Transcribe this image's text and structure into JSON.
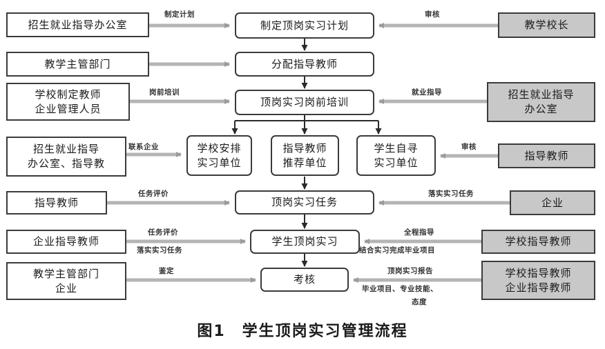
{
  "center_nodes": {
    "plan": "制定顶岗实习计划",
    "assign": "分配指导教师",
    "training": "顶岗实习岗前培训",
    "unit_school": "学校安排\n实习单位",
    "unit_teacher": "指导教师\n推荐单位",
    "unit_student": "学生自寻\n实习单位",
    "task": "顶岗实习任务",
    "internship": "学生顶岗实习",
    "assess": "考核"
  },
  "left_nodes": {
    "l1": "招生就业指导办公室",
    "l2": "教学主管部门",
    "l3": "学校制定教师\n企业管理人员",
    "l4": "招生就业指导\n办公室、指导教",
    "l5": "指导教师",
    "l6": "企业指导教师",
    "l7": "教学主管部门\n企业"
  },
  "right_nodes": {
    "r1": "教学校长",
    "r3": "招生就业指导\n办公室",
    "r4": "指导教师",
    "r5": "企业",
    "r6": "学校指导教师",
    "r7": "学校指导教师\n企业指导教师"
  },
  "edge_labels": {
    "e_l1": "制定计划",
    "e_r1": "审核",
    "e_l3": "岗前培训",
    "e_r3": "就业指导",
    "e_l4": "联系企业",
    "e_r4": "审核",
    "e_l5": "任务评价",
    "e_r5": "落实实习任务",
    "e_l6a": "任务评价",
    "e_l6b": "落实实习任务",
    "e_r6a": "全程指导",
    "e_r6b": "结合实习完成毕业项目",
    "e_l7": "鉴定",
    "e_r7a": "顶岗实习报告",
    "e_r7b": "毕业项目、专业技能、",
    "e_r7c": "态度"
  },
  "caption": "图1　学生顶岗实习管理流程",
  "colors": {
    "arrow_gray": "#b4b4b4",
    "arrow_dark": "#2a2a2a",
    "right_box_fill": "#c8c8c8"
  }
}
